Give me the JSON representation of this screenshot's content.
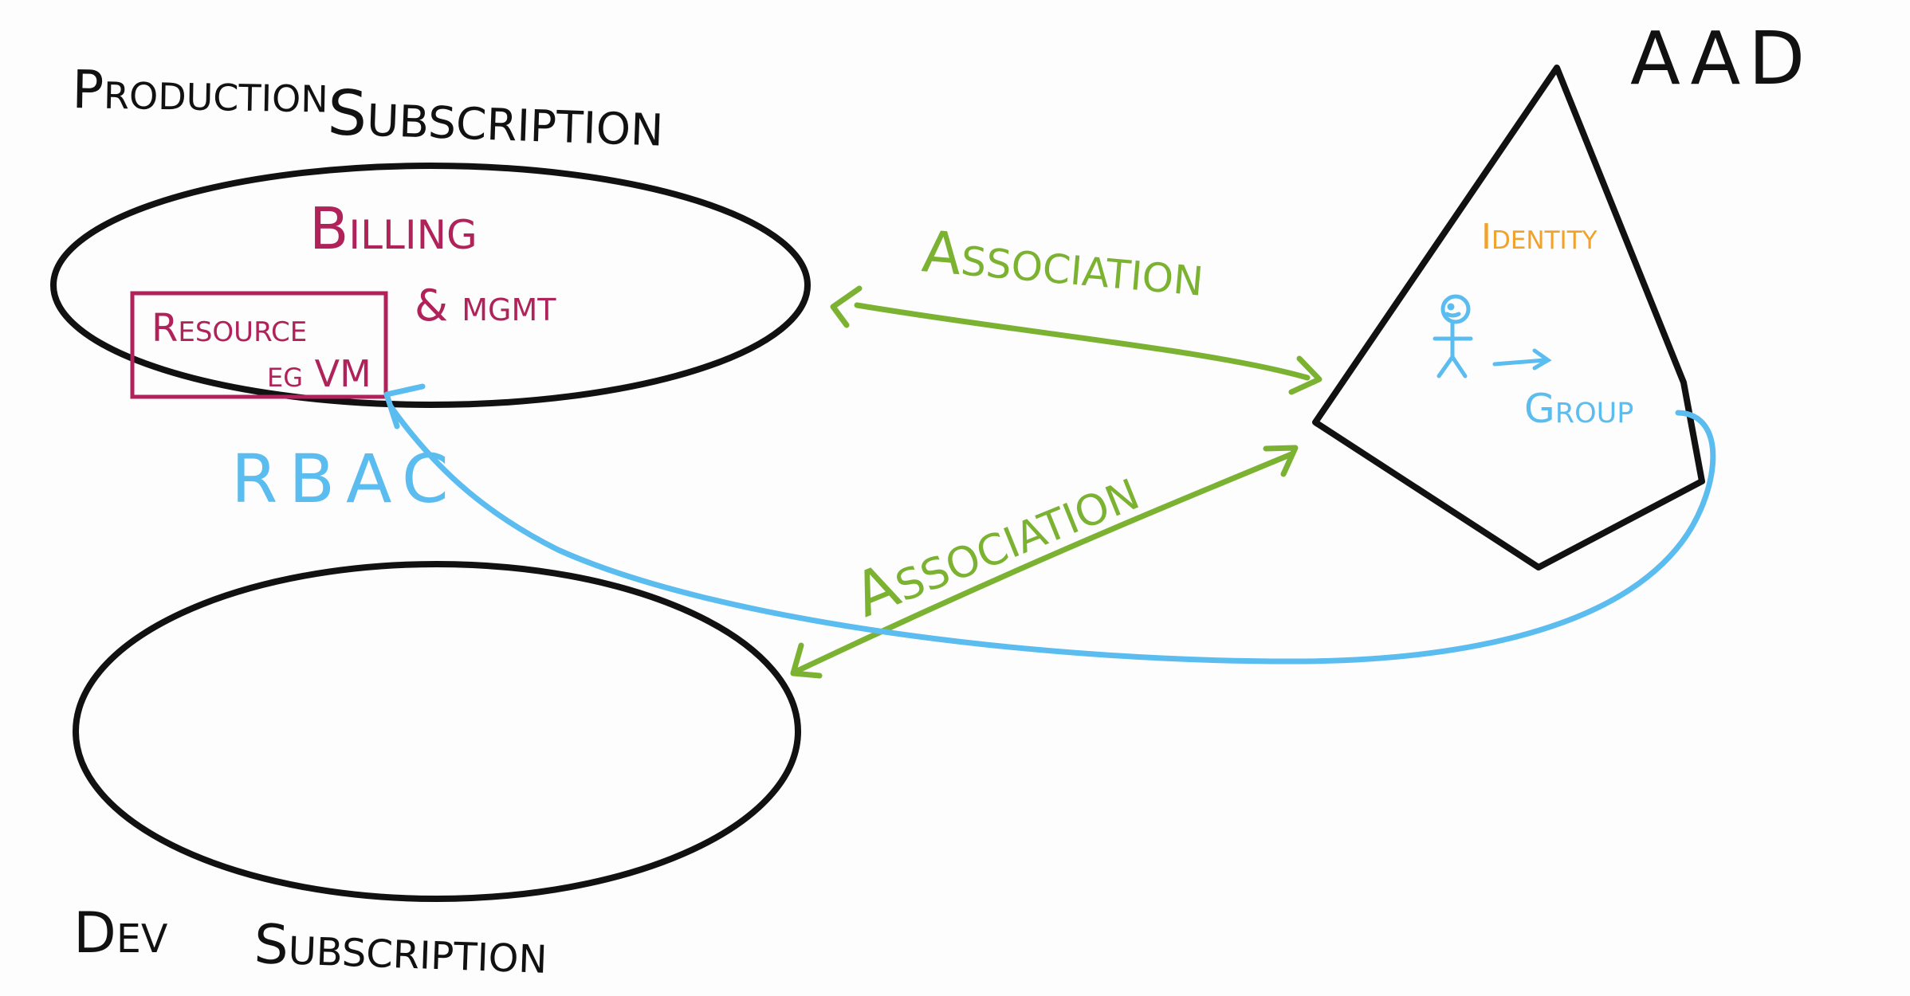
{
  "colors": {
    "black": "#111111",
    "green": "#7cb232",
    "blue": "#5bbcef",
    "red": "#b0235a",
    "amber": "#f0a22c",
    "background": "#fdfdfd"
  },
  "labels": {
    "production_title_1": "Production",
    "production_title_2": "Subscription",
    "billing": "Billing",
    "and_mgmt": "& mgmt",
    "resource": "Resource",
    "eg_vm": "eg VM",
    "rbac": "RBAC",
    "association_top": "Association",
    "association_bottom": "Association",
    "aad": "AAD",
    "identity": "Identity",
    "group": "Group",
    "dev": "Dev",
    "dev_subscription": "Subscription"
  },
  "icons": {
    "user": "stick-figure-icon",
    "arrow": "arrow-icon"
  }
}
